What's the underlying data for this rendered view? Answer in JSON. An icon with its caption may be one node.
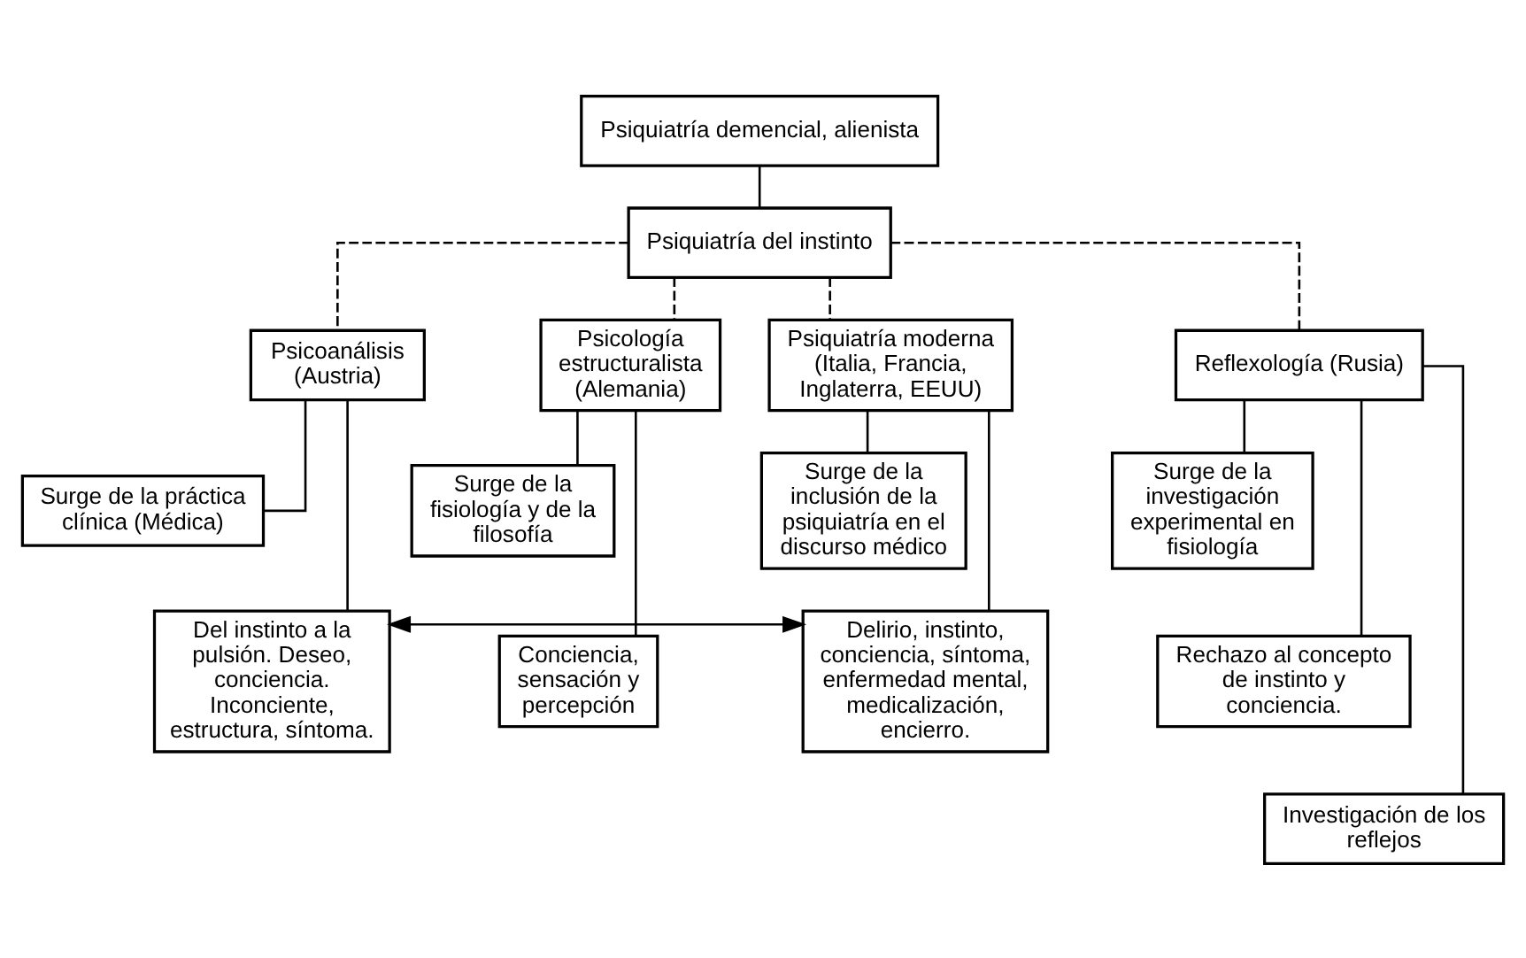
{
  "diagram": {
    "nodes": [
      {
        "text": [
          "Psiquiatría demencial, alienista"
        ]
      },
      {
        "text": [
          "Psiquiatría del instinto"
        ]
      },
      {
        "text": [
          "Psicoanálisis (Austria)"
        ]
      },
      {
        "text": [
          "Surge de la práctica clínica (Médica)"
        ]
      },
      {
        "text": [
          "Del instinto a la pulsión. Deseo, conciencia. Inconciente, estructura, síntoma."
        ]
      },
      {
        "text": [
          "Psicología estructuralista (Alemania)"
        ]
      },
      {
        "text": [
          "Surge de la fisiología y de la filosofía"
        ]
      },
      {
        "text": [
          "Conciencia, sensación y percepción"
        ]
      },
      {
        "text": [
          "Psiquiatría moderna (Italia, Francia, Inglaterra, EEUU)"
        ]
      },
      {
        "text": [
          "Surge de la inclusión de la psiquiatría en el discurso médico"
        ]
      },
      {
        "text": [
          "Delirio, instinto, conciencia, síntoma, enfermedad mental, medicalización, encierro."
        ]
      },
      {
        "text": [
          "Reflexología (Rusia)"
        ]
      },
      {
        "text": [
          "Surge de la investigación experimental en fisiología"
        ]
      },
      {
        "text": [
          "Rechazo al concepto de instinto y conciencia."
        ]
      },
      {
        "text": [
          "Investigación de los reflejos"
        ]
      }
    ],
    "edges": [
      {
        "from": 0,
        "to": 1,
        "arrow": "none"
      },
      {
        "from": 1,
        "to": 2,
        "arrow": "none",
        "style": "dashed"
      },
      {
        "from": 1,
        "to": 5,
        "arrow": "none",
        "style": "dashed"
      },
      {
        "from": 1,
        "to": 8,
        "arrow": "none",
        "style": "dashed"
      },
      {
        "from": 1,
        "to": 11,
        "arrow": "none",
        "style": "dashed"
      },
      {
        "from": 2,
        "to": 3,
        "arrow": "none"
      },
      {
        "from": 2,
        "to": 4,
        "arrow": "none"
      },
      {
        "from": 5,
        "to": 6,
        "arrow": "none"
      },
      {
        "from": 5,
        "to": 7,
        "arrow": "none"
      },
      {
        "from": 8,
        "to": 9,
        "arrow": "none"
      },
      {
        "from": 8,
        "to": 10,
        "arrow": "none"
      },
      {
        "from": 11,
        "to": 12,
        "arrow": "none"
      },
      {
        "from": 11,
        "to": 13,
        "arrow": "none"
      },
      {
        "from": 11,
        "to": 14,
        "arrow": "none"
      },
      {
        "from": 4,
        "to": 10,
        "arrow": "both"
      }
    ]
  }
}
